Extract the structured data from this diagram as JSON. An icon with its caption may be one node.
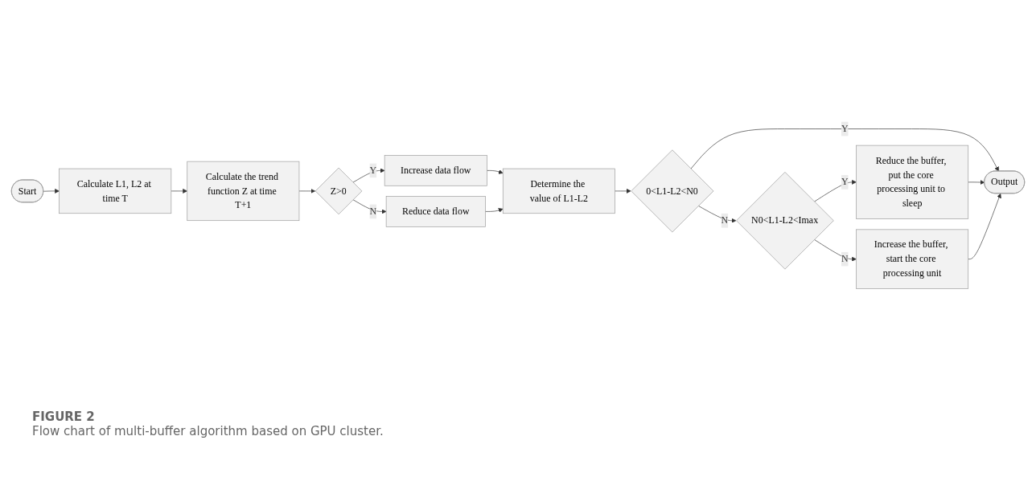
{
  "diagram": {
    "title": "FIGURE 2",
    "caption": "Flow chart of multi-buffer algorithm based on GPU cluster.",
    "nodes": [
      {
        "text": [
          "Start"
        ]
      },
      {
        "text": [
          "Calculate L1, L2 at time T"
        ]
      },
      {
        "text": [
          "Calculate the trend function Z at time T+1"
        ]
      },
      {
        "text": [
          "Z>0"
        ]
      },
      {
        "text": [
          "Increase data flow"
        ]
      },
      {
        "text": [
          "Reduce data flow"
        ]
      },
      {
        "text": [
          "Determine the value of L1-L2"
        ]
      },
      {
        "text": [
          "0<L1-L2<N0"
        ]
      },
      {
        "text": [
          "N0<L1-L2<Imax"
        ]
      },
      {
        "text": [
          "Reduce the buffer, put the core processing unit to sleep"
        ]
      },
      {
        "text": [
          "Increase the buffer, start the core processing unit"
        ]
      },
      {
        "text": [
          "Output"
        ]
      }
    ],
    "edges": [
      {
        "from": 0,
        "to": 1,
        "arrow": "to"
      },
      {
        "from": 1,
        "to": 2,
        "arrow": "to"
      },
      {
        "from": 2,
        "to": 3,
        "arrow": "to"
      },
      {
        "from": 3,
        "to": 4,
        "arrow": "to",
        "label": "Y"
      },
      {
        "from": 3,
        "to": 5,
        "arrow": "to",
        "label": "N"
      },
      {
        "from": 4,
        "to": 6,
        "arrow": "to"
      },
      {
        "from": 5,
        "to": 6,
        "arrow": "to"
      },
      {
        "from": 6,
        "to": 7,
        "arrow": "to"
      },
      {
        "from": 7,
        "to": 8,
        "arrow": "to",
        "label": "N"
      },
      {
        "from": 7,
        "to": 11,
        "arrow": "to",
        "label": "Y"
      },
      {
        "from": 8,
        "to": 9,
        "arrow": "to",
        "label": "Y"
      },
      {
        "from": 8,
        "to": 10,
        "arrow": "to",
        "label": "N"
      },
      {
        "from": 9,
        "to": 11,
        "arrow": "to"
      },
      {
        "from": 10,
        "to": 11,
        "arrow": "to"
      }
    ]
  }
}
